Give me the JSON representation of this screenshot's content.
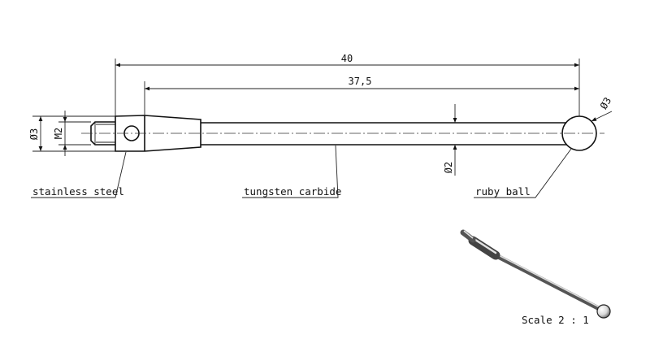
{
  "dimensions": {
    "overall_length": "40",
    "shaft_length": "37,5",
    "ball_diameter": "Ø3",
    "body_diameter": "Ø3",
    "thread": "M2",
    "shaft_diameter": "Ø2"
  },
  "labels": {
    "stainless_steel": "stainless steel",
    "tungsten_carbide": "tungsten carbide",
    "ruby_ball": "ruby ball"
  },
  "scale": "Scale 2 : 1",
  "colors": {
    "line": "#111111",
    "background": "#ffffff"
  }
}
